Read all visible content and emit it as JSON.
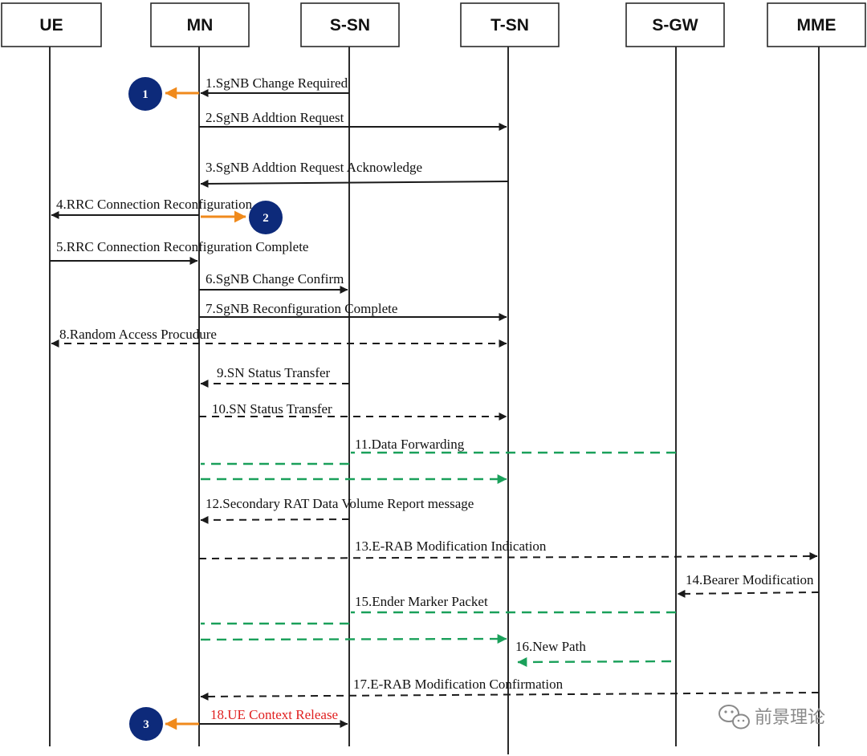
{
  "entities": [
    {
      "id": "ue",
      "label": "UE"
    },
    {
      "id": "mn",
      "label": "MN"
    },
    {
      "id": "ssn",
      "label": "S-SN"
    },
    {
      "id": "tsn",
      "label": "T-SN"
    },
    {
      "id": "sgw",
      "label": "S-GW"
    },
    {
      "id": "mme",
      "label": "MME"
    }
  ],
  "messages": [
    {
      "label": "1.SgNB Change Required"
    },
    {
      "label": "2.SgNB Addtion Request"
    },
    {
      "label": "3.SgNB Addtion Request Acknowledge"
    },
    {
      "label": "4.RRC Connection Reconfiguration"
    },
    {
      "label": "5.RRC Connection Reconfiguration Complete"
    },
    {
      "label": "6.SgNB Change Confirm"
    },
    {
      "label": "7.SgNB Reconfiguration Complete"
    },
    {
      "label": "8.Random Access Procudure"
    },
    {
      "label": "9.SN Status Transfer"
    },
    {
      "label": "10.SN Status Transfer"
    },
    {
      "label": "11.Data Forwarding"
    },
    {
      "label": "12.Secondary RAT Data Volume Report message"
    },
    {
      "label": "13.E-RAB Modification Indication"
    },
    {
      "label": "14.Bearer Modification"
    },
    {
      "label": "15.Ender Marker Packet"
    },
    {
      "label": "16.New Path"
    },
    {
      "label": "17.E-RAB Modification Confirmation"
    },
    {
      "label": "18.UE Context Release"
    }
  ],
  "steps": [
    {
      "num": "1"
    },
    {
      "num": "2"
    },
    {
      "num": "3"
    }
  ],
  "colors": {
    "line": "#1a1a1a",
    "data_path": "#1aa05a",
    "step_arrow": "#f08a1c",
    "step_circle": "#0d2a7a",
    "highlight_text": "#e02020"
  },
  "watermark": {
    "text": "前景理论",
    "icon": "wechat-icon"
  }
}
